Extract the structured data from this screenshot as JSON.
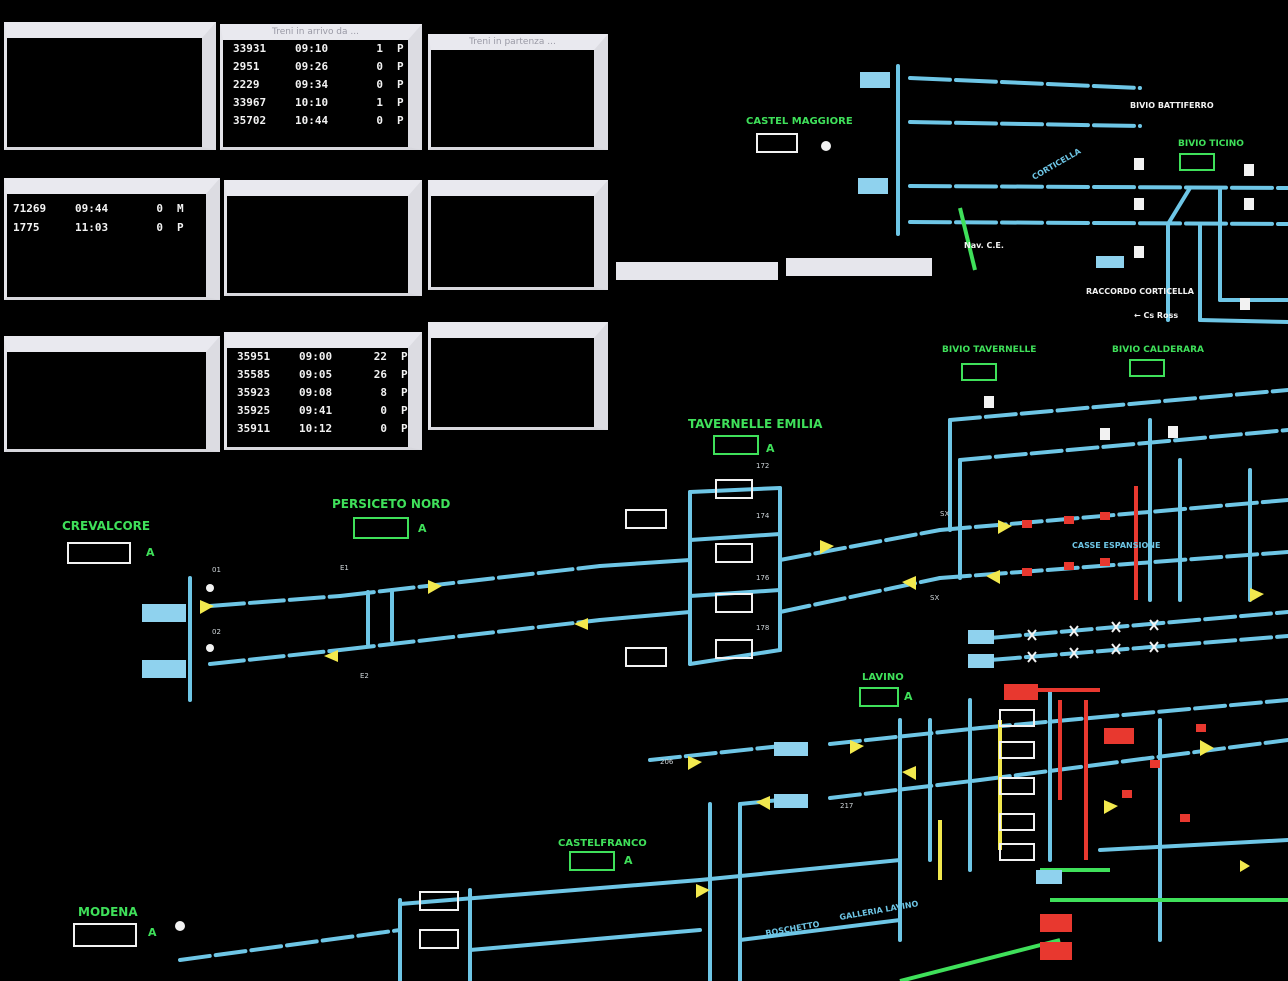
{
  "colors": {
    "track": "#6ec6e6",
    "signal": "#f2e94e",
    "station": "#3fe05a",
    "alarm": "#e8382f",
    "text": "#f2f2f2"
  },
  "panels": [
    {
      "title": "Treni in arrivo da ...",
      "rows": [
        [
          "33931",
          "09:10",
          "1",
          "P"
        ],
        [
          "2951",
          "09:26",
          "0",
          "P"
        ],
        [
          "2229",
          "09:34",
          "0",
          "P"
        ],
        [
          "33967",
          "10:10",
          "1",
          "P"
        ],
        [
          "35702",
          "10:44",
          "0",
          "P"
        ]
      ]
    },
    {
      "title": "Treni in partenza ...",
      "rows": []
    },
    {
      "title": "",
      "rows": [
        [
          "71269",
          "09:44",
          "0",
          "M"
        ],
        [
          "1775",
          "11:03",
          "0",
          "P"
        ]
      ]
    },
    {
      "title": "",
      "rows": [
        [
          "35951",
          "09:00",
          "22",
          "P"
        ],
        [
          "35585",
          "09:05",
          "26",
          "P"
        ],
        [
          "35923",
          "09:08",
          "8",
          "P"
        ],
        [
          "35925",
          "09:41",
          "0",
          "P"
        ],
        [
          "35911",
          "10:12",
          "0",
          "P"
        ]
      ]
    }
  ],
  "stations": {
    "castel_maggiore": "CASTEL MAGGIORE",
    "crevalcore": "CREVALCORE",
    "persiceto_nord": "PERSICETO NORD",
    "tavernelle": "TAVERNELLE EMILIA",
    "bivio_tavernelle": "BIVIO TAVERNELLE",
    "bivio_calderara": "BIVIO CALDERARA",
    "bivio_ticino": "BIVIO TICINO",
    "lavino": "LAVINO",
    "castelfranco": "CASTELFRANCO",
    "modena": "MODENA",
    "bivio_battiferro": "BIVIO BATTIFERRO",
    "corticella": "CORTICELLA",
    "raccordo": "RACCORDO CORTICELLA",
    "casse": "CASSE ESPANSIONE",
    "boschetto": "BOSCHETTO",
    "colonnetta": "GALLERIA LAVINO"
  },
  "labels": {
    "sx_a": "A",
    "nave": "Nav. C.E.",
    "crossroads": "← Cs Ross"
  }
}
